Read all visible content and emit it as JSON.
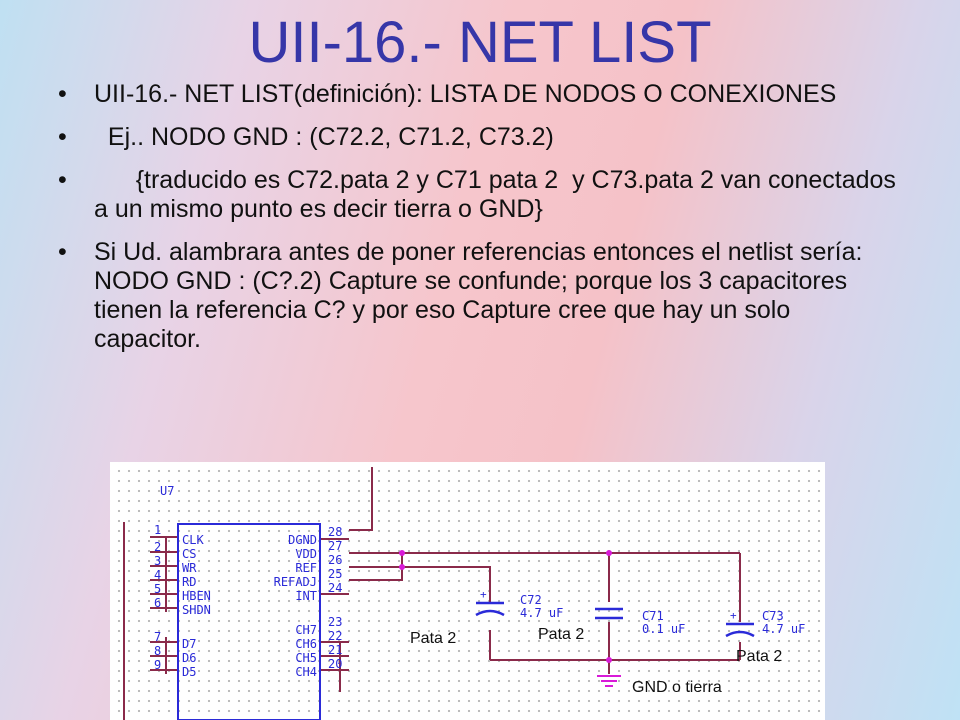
{
  "title": "UII-16.- NET LIST",
  "bullets": [
    "UII-16.- NET LIST(definición): LISTA DE NODOS O CONEXIONES",
    "  Ej.. NODO GND : (C72.2, C71.2, C73.2)",
    "      {traducido es C72.pata 2 y C71 pata 2  y C73.pata 2 van conectados a un mismo punto es decir tierra o GND}",
    "Si Ud. alambrara antes de poner referencias entonces el netlist sería: NODO GND : (C?.2) Capture se confunde; porque los 3 capacitores tienen la referencia C?  y por eso Capture cree que hay un solo capacitor."
  ],
  "schematic": {
    "chip_ref": "U7",
    "left_pins": [
      {
        "num": "1",
        "name": "CLK"
      },
      {
        "num": "2",
        "name": "CS"
      },
      {
        "num": "3",
        "name": "WR"
      },
      {
        "num": "4",
        "name": "RD"
      },
      {
        "num": "5",
        "name": "HBEN"
      },
      {
        "num": "6",
        "name": "SHDN"
      },
      {
        "num": "7",
        "name": "D7"
      },
      {
        "num": "8",
        "name": "D6"
      },
      {
        "num": "9",
        "name": "D5"
      }
    ],
    "right_pins": [
      {
        "num": "28",
        "name": "DGND"
      },
      {
        "num": "27",
        "name": "VDD"
      },
      {
        "num": "26",
        "name": "REF"
      },
      {
        "num": "25",
        "name": "REFADJ"
      },
      {
        "num": "24",
        "name": "INT"
      },
      {
        "num": "23",
        "name": "CH7"
      },
      {
        "num": "22",
        "name": "CH6"
      },
      {
        "num": "21",
        "name": "CH5"
      },
      {
        "num": "20",
        "name": "CH4"
      }
    ],
    "capacitors": [
      {
        "ref": "C72",
        "value": "4.7 uF",
        "polarized": true
      },
      {
        "ref": "C71",
        "value": "0.1 uF",
        "polarized": false
      },
      {
        "ref": "C73",
        "value": "4.7 uF",
        "polarized": true
      }
    ],
    "pin_labels": [
      "Pata 2",
      "Pata 2",
      "Pata 2"
    ],
    "gnd_label": "GND o tierra",
    "colors": {
      "wire": "#8a2a4a",
      "part": "#2a2ad8",
      "junction": "#d81ad8",
      "ground": "#d81ad8"
    }
  }
}
